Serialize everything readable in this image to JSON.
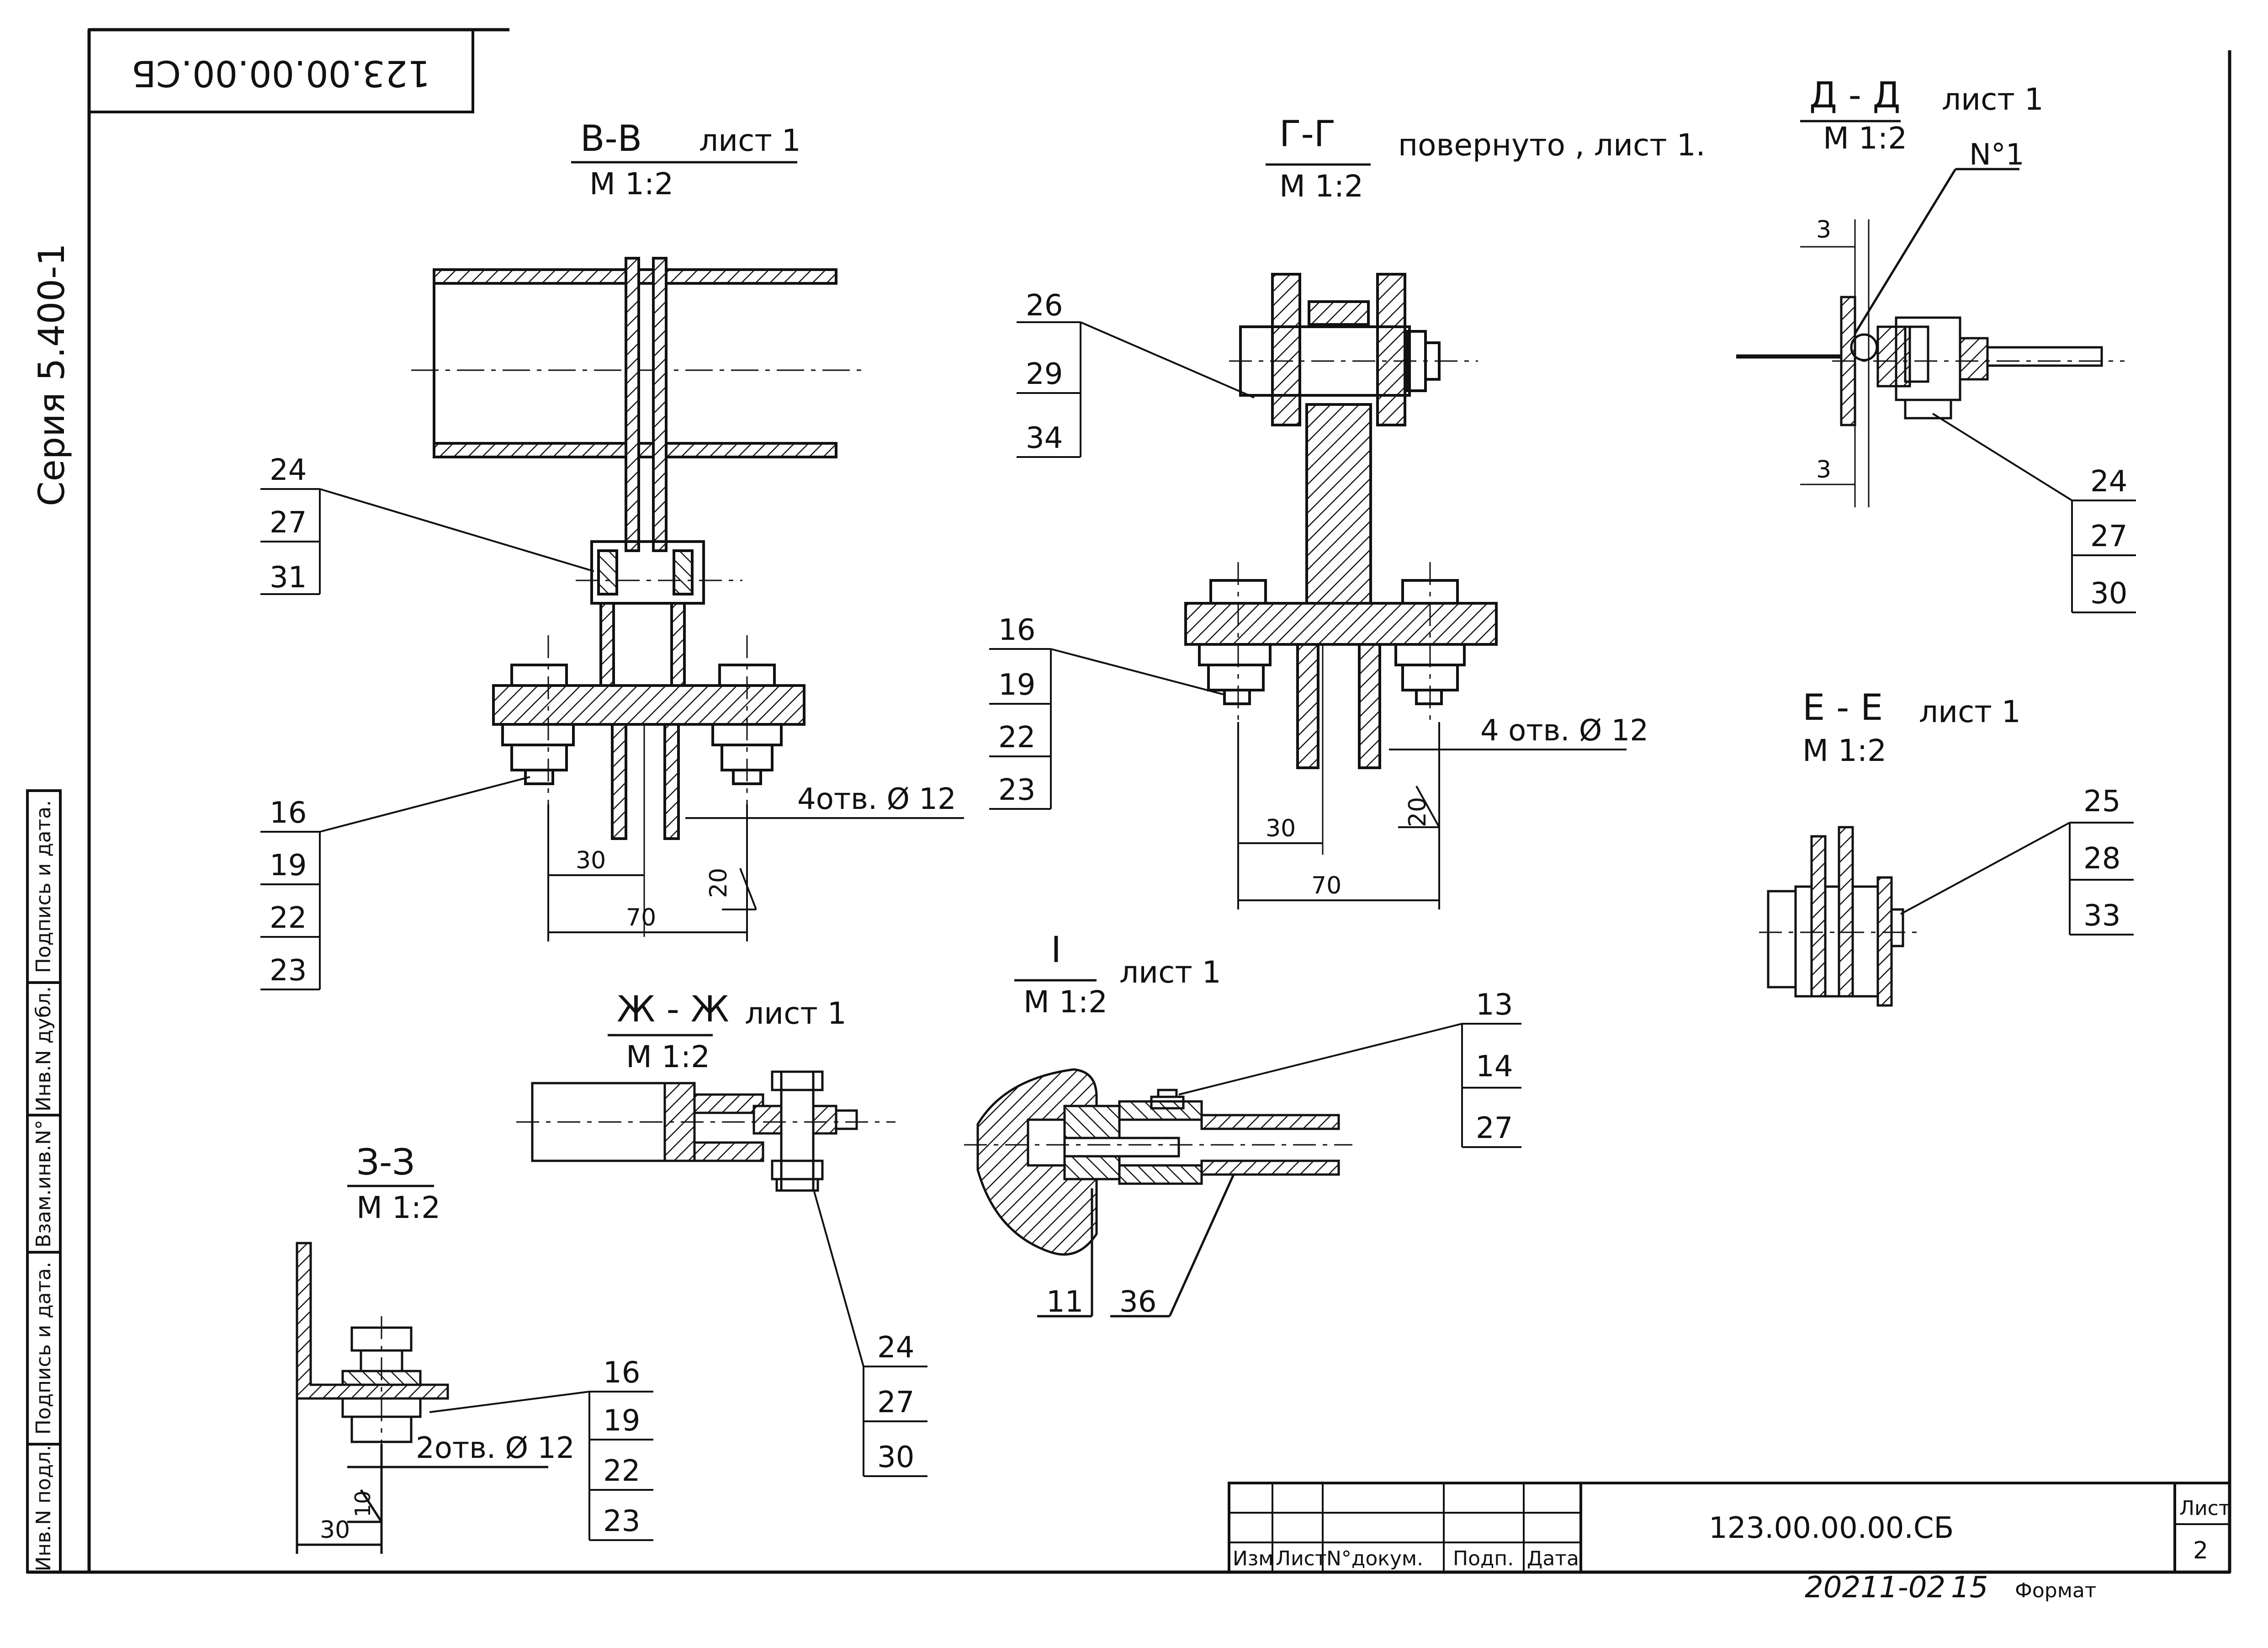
{
  "frame": {
    "stamp_mirrored": "123.00.00.00.СБ",
    "series": "Серия 5.400-1",
    "side_fields": [
      "Инв.N подл.",
      "Подпись и дата.",
      "Взам.инв.N°",
      "Инв.N дубл.",
      "Подпись и дата."
    ]
  },
  "views": {
    "bb": {
      "title": "В-В",
      "sheet": "лист 1",
      "scale": "М 1:2",
      "callouts_top": [
        "24",
        "27",
        "31"
      ],
      "callouts_bottom": [
        "16",
        "19",
        "22",
        "23"
      ],
      "dim_holes": "4отв. Ø 12",
      "dim_30": "30",
      "dim_70": "70",
      "dim_20": "20"
    },
    "gg": {
      "title": "Г-Г",
      "note": "повернуто , лист 1.",
      "scale": "М 1:2",
      "callouts_top": [
        "26",
        "29",
        "34"
      ],
      "callouts_bottom": [
        "16",
        "19",
        "22",
        "23"
      ],
      "dim_holes": "4 отв. Ø 12",
      "dim_30": "30",
      "dim_70": "70",
      "dim_20": "20"
    },
    "dd": {
      "title": "Д - Д",
      "sheet": "лист 1",
      "scale": "М 1:2",
      "marker": "N°1",
      "dim_3_top": "3",
      "dim_3_bottom": "3",
      "callouts": [
        "24",
        "27",
        "30"
      ]
    },
    "ee": {
      "title": "Е - Е",
      "sheet": "лист 1",
      "scale": "М 1:2",
      "callouts": [
        "25",
        "28",
        "33"
      ]
    },
    "zhzh": {
      "title": "Ж - Ж",
      "sheet": "лист 1",
      "scale": "М 1:2",
      "callouts": [
        "24",
        "27",
        "30"
      ]
    },
    "i": {
      "title": "I",
      "sheet": "лист 1",
      "scale": "М 1:2",
      "callouts": [
        "13",
        "14",
        "27"
      ],
      "bottom_left": "11",
      "bottom_right": "36"
    },
    "zz": {
      "title": "З-З",
      "scale": "М 1:2",
      "callouts": [
        "16",
        "19",
        "22",
        "23"
      ],
      "dim_holes": "2отв. Ø 12",
      "dim_30": "30",
      "dim_10": "10"
    }
  },
  "title_block": {
    "headers": [
      "Изм",
      "Лист",
      "N°докум.",
      "Подп.",
      "Дата"
    ],
    "designation": "123.00.00.00.СБ",
    "sheet_label": "Лист",
    "sheet_number": "2",
    "footer_code": "20211-02",
    "footer_num": "15",
    "footer_format": "Формат"
  }
}
